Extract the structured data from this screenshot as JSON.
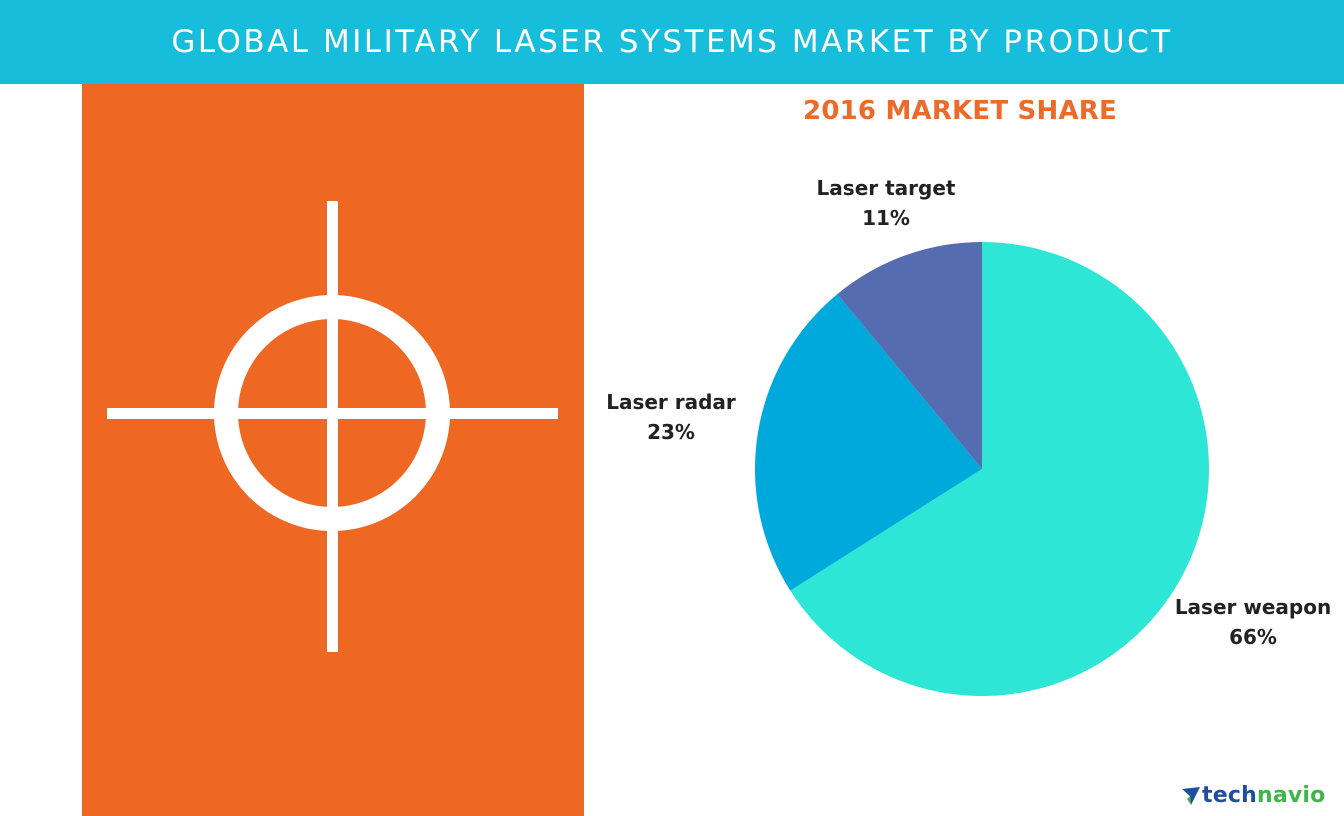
{
  "header": {
    "title": "GLOBAL MILITARY LASER SYSTEMS MARKET BY PRODUCT",
    "background_color": "#17bedb"
  },
  "left_panel": {
    "icon": "crosshair-icon",
    "background_color": "#ee6823"
  },
  "chart_data": {
    "type": "pie",
    "title": "2016 MARKET SHARE",
    "categories": [
      "Laser weapon",
      "Laser radar",
      "Laser target"
    ],
    "values": [
      66,
      23,
      11
    ],
    "unit": "%",
    "colors": [
      "#2ee6d6",
      "#00a9dc",
      "#566cb0"
    ],
    "start_angle": "12 o'clock",
    "direction": "clockwise",
    "labels": [
      {
        "name": "Laser weapon",
        "value": "66%"
      },
      {
        "name": "Laser radar",
        "value": "23%"
      },
      {
        "name": "Laser target",
        "value": "11%"
      }
    ],
    "legend": "none (labels placed next to slices)"
  },
  "chart": {
    "title": "2016 MARKET SHARE",
    "title_color": "#ec6b2b",
    "slices": [
      {
        "label": "Laser weapon",
        "percent": "66%"
      },
      {
        "label": "Laser radar",
        "percent": "23%"
      },
      {
        "label": "Laser target",
        "percent": "11%"
      }
    ]
  },
  "branding": {
    "logo_icon": "technavio-arrow-icon",
    "logo_part1": "tech",
    "logo_part2": "navio",
    "color_primary": "#1f4e9e",
    "color_secondary": "#3fb54a"
  }
}
